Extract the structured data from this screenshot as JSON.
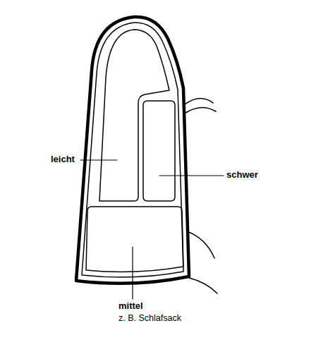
{
  "diagram": {
    "labels": [
      "leicht",
      "schwer",
      "mittel",
      "z. B. Schlafsack"
    ]
  }
}
